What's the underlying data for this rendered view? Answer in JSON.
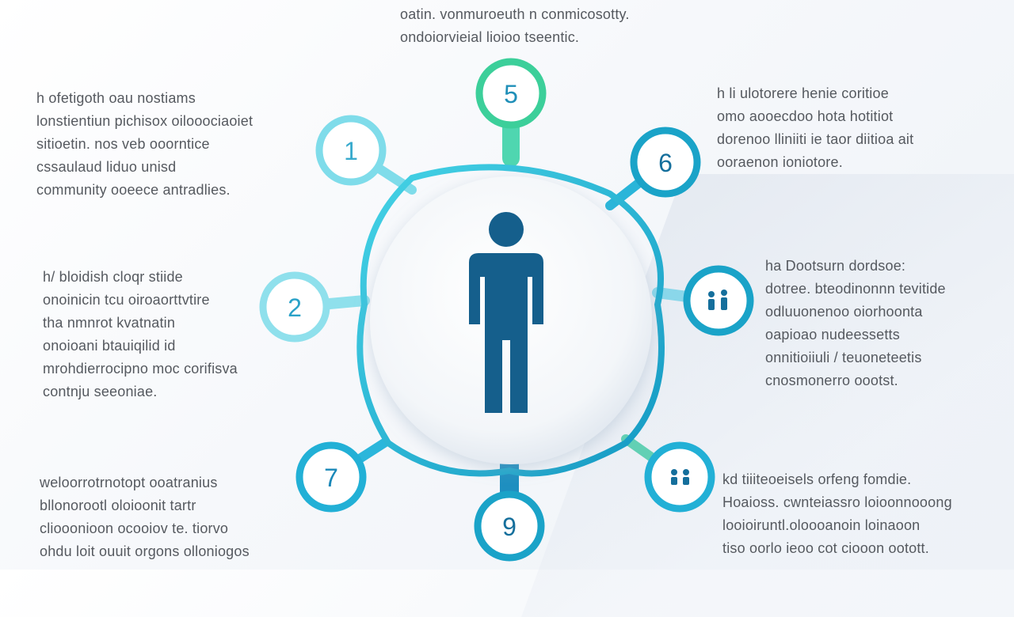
{
  "colors": {
    "accent_blue": "#1aa3c8",
    "accent_cyan": "#3fcfe3",
    "accent_green": "#3ccf9a",
    "figure": "#155f8c",
    "text": "#55595f"
  },
  "center_icon": "person-icon",
  "nodes": [
    {
      "id": "node-1",
      "label": "1"
    },
    {
      "id": "node-2",
      "label": "2"
    },
    {
      "id": "node-5",
      "label": "5"
    },
    {
      "id": "node-6",
      "label": "6"
    },
    {
      "id": "node-7",
      "label": "7"
    },
    {
      "id": "node-9",
      "label": "9"
    },
    {
      "id": "node-people-right",
      "icon": "people-icon"
    },
    {
      "id": "node-people-bottom-right",
      "icon": "people-icon"
    }
  ],
  "text_blocks": {
    "top": [
      "oatin. vonmuroeuth n conmicosotty.",
      "ondoiorvieial lioioo tseentic."
    ],
    "top_left": [
      "h ofetigoth oau nostiams",
      "lonstientiun pichisox oilooociaoiet",
      "sitioetin. nos veb ooorntice",
      "cssaulaud liduo unisd",
      "community ooeece antradlies."
    ],
    "mid_left": [
      "h/ bloidish cloqr stiide",
      "onoinicin tcu oiroaorttvtire",
      "tha nmnrot kvatnatin",
      "onoioani btauiqilid id",
      "mrohdierrocipno moc corifisva",
      "contnju seeoniae."
    ],
    "bottom_left": [
      "weloorrotrnotopt ooatranius",
      "bllonorootl oloioonit tartr",
      "cliooonioon ocooiov te. tiorvo",
      "ohdu loit ouuit orgons olloniogos"
    ],
    "top_right": [
      "h li ulotorere henie coritioe",
      "omo aooecdoo hota hotitiot",
      "dorenoo lliniiti ie taor diitioa ait",
      "ooraenon ioniotore."
    ],
    "mid_right": [
      "ha Dootsurn dordsoe:",
      "dotree. bteodinonnn tevitide",
      "odluuonenoo oiorhoonta",
      "oapioao nudeessetts",
      "onnitioiiuli / teuoneteetis",
      "cnosmonerro oootst."
    ],
    "bottom_right": [
      "kd tiiiteoeisels orfeng fomdie.",
      "Hoaioss. cwnteiassro loioonnooong",
      "looioiruntl.oloooanoin loinaoon",
      "tiso oorlo ieoo cot ciooon ootott."
    ]
  }
}
